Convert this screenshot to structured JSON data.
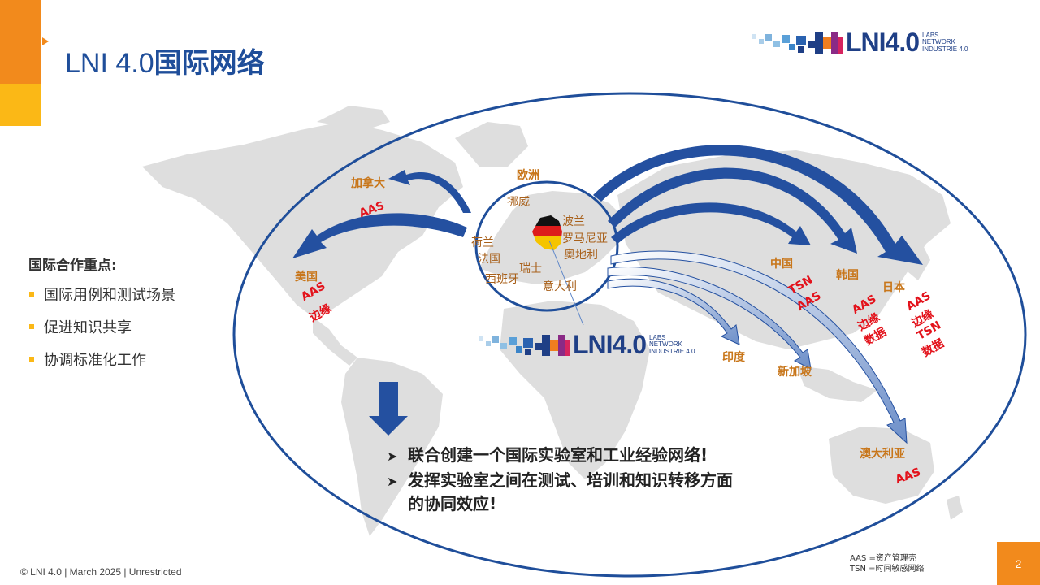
{
  "header": {
    "title_prefix": "LNI 4.0",
    "title_main": "国际网络"
  },
  "logo": {
    "wordmark": "LNI4.0",
    "sub_line1": "LABS",
    "sub_line2": "NETWORK",
    "sub_line3": "INDUSTRIE 4.0"
  },
  "map_labels": {
    "europe": "欧洲",
    "norway": "挪威",
    "poland": "波兰",
    "romania": "罗马尼亚",
    "austria": "奥地利",
    "netherlands": "荷兰",
    "france": "法国",
    "switzerland": "瑞士",
    "spain": "西班牙",
    "italy": "意大利",
    "canada": "加拿大",
    "canada_tag": "AAS",
    "usa": "美国",
    "usa_tag1": "AAS",
    "usa_tag2": "边缘",
    "china": "中国",
    "china_tag1": "TSN",
    "china_tag2": "AAS",
    "korea": "韩国",
    "korea_tag1": "AAS",
    "korea_tag2": "边缘",
    "korea_tag3": "数据",
    "japan": "日本",
    "japan_tag1": "AAS",
    "japan_tag2": "边缘",
    "japan_tag3": "TSN",
    "japan_tag4": "数据",
    "india": "印度",
    "singapore": "新加坡",
    "australia": "澳大利亚",
    "australia_tag": "AAS"
  },
  "focus": {
    "title": "国际合作重点:",
    "items": [
      "国际用例和测试场景",
      "促进知识共享",
      "协调标准化工作"
    ]
  },
  "claims": {
    "line1": "联合创建一个国际实验室和工业经验网络!",
    "line2": "发挥实验室之间在测试、培训和知识转移方面",
    "line3": "的协同效应!"
  },
  "footer": {
    "text": "© LNI 4.0 | March 2025 | Unrestricted",
    "legend1": "AAS =资产管理壳",
    "legend2": "TSN =时间敏感网络",
    "page_number": "2"
  },
  "colors": {
    "accent_orange": "#f28a1c",
    "accent_yellow": "#fbb816",
    "brand_blue": "#1f4e9a",
    "arrow_blue": "#2450a0",
    "label_orange": "#c8761a",
    "tag_red": "#e3121b"
  }
}
